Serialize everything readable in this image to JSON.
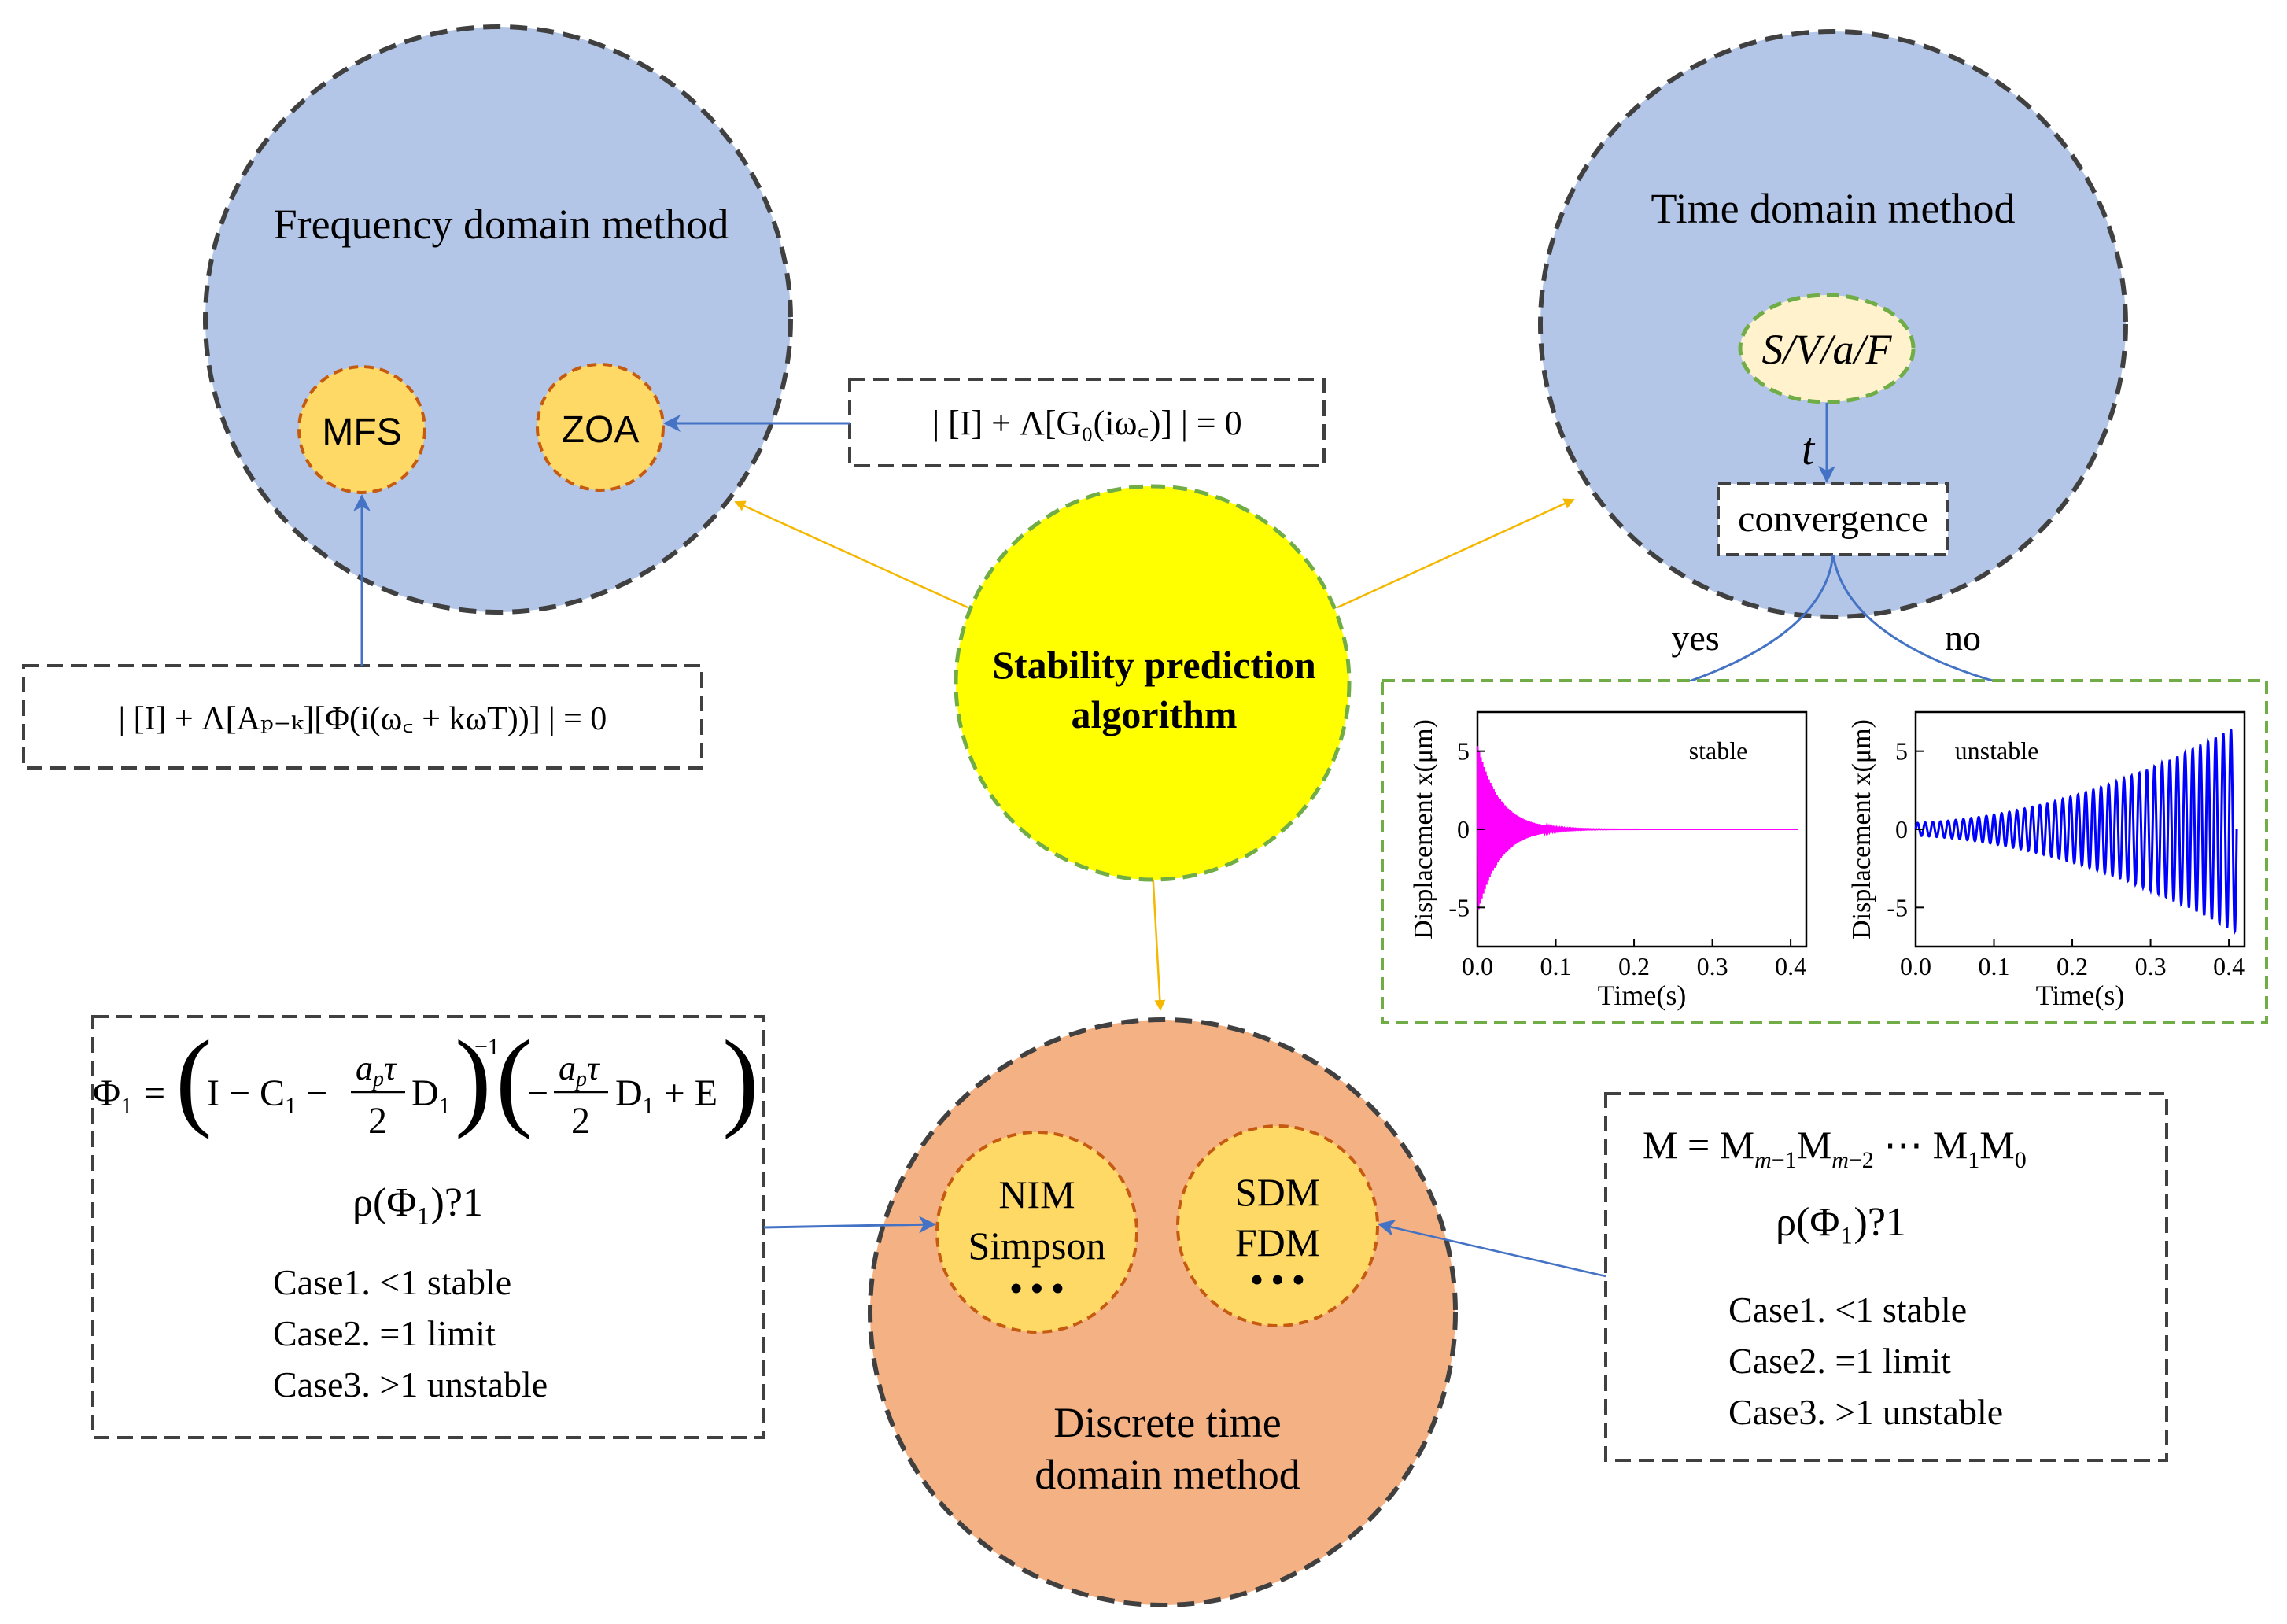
{
  "center": {
    "line1": "Stability prediction",
    "line2": "algorithm"
  },
  "frequency": {
    "title": "Frequency domain method",
    "mfs": "MFS",
    "zoa": "ZOA",
    "eq_zoa": "| [I] + Λ[G₀(iω꜀)] | = 0",
    "eq_mfs": "| [I] + Λ[Aₚ₋ₖ][Φ(i(ω꜀ + kωT))] | = 0"
  },
  "time": {
    "title": "Time domain method",
    "svaf": "S/V/a/F",
    "t": "t",
    "convergence": "convergence",
    "yes": "yes",
    "no": "no"
  },
  "discrete": {
    "line1": "Discrete time",
    "line2": "domain method",
    "left_inner": [
      "NIM",
      "Simpson"
    ],
    "right_inner": [
      "SDM",
      "FDM"
    ],
    "dots": "• • •"
  },
  "left_box": {
    "phi_label": "Φ₁",
    "rho": "ρ(Φ₁)?1",
    "cases": [
      "Case1. <1 stable",
      "Case2. =1 limit",
      "Case3. >1 unstable"
    ]
  },
  "right_box": {
    "rho": "ρ(Φ₁)?1",
    "cases": [
      "Case1. <1 stable",
      "Case2. =1 limit",
      "Case3. >1 unstable"
    ]
  },
  "colors": {
    "center_fill": "#ffff00",
    "blue_fill": "#b4c6e7",
    "orange_fill": "#f4b183",
    "inner_fill": "#ffd966",
    "svaf_fill": "#fff2cc",
    "stable_series": "#ff00ff",
    "unstable_series": "#0000ff",
    "arrow_orange": "#f5b800",
    "arrow_blue": "#4472c4",
    "green_dash": "#70ad47"
  },
  "chart_data": [
    {
      "type": "line",
      "annotation": "stable",
      "xlabel": "Time(s)",
      "ylabel": "Displacement x(μm)",
      "xlim": [
        0.0,
        0.42
      ],
      "ylim": [
        -7.5,
        7.5
      ],
      "x_ticks": [
        "0.0",
        "0.1",
        "0.2",
        "0.3",
        "0.4"
      ],
      "y_ticks": [
        "5",
        "0",
        "-5"
      ],
      "series": [
        {
          "envelope": "decaying",
          "amplitude_start": 5.5,
          "amplitude_end": 0,
          "x_end": 0.41
        }
      ]
    },
    {
      "type": "line",
      "annotation": "unstable",
      "xlabel": "Time(s)",
      "ylabel": "Displacement x(μm)",
      "xlim": [
        0.0,
        0.42
      ],
      "ylim": [
        -7.5,
        7.5
      ],
      "x_ticks": [
        "0.0",
        "0.1",
        "0.2",
        "0.3",
        "0.4"
      ],
      "y_ticks": [
        "5",
        "0",
        "-5"
      ],
      "series": [
        {
          "envelope": "growing",
          "amplitude_start": 0.4,
          "amplitude_end": 6.6,
          "x_end": 0.41
        }
      ]
    }
  ]
}
